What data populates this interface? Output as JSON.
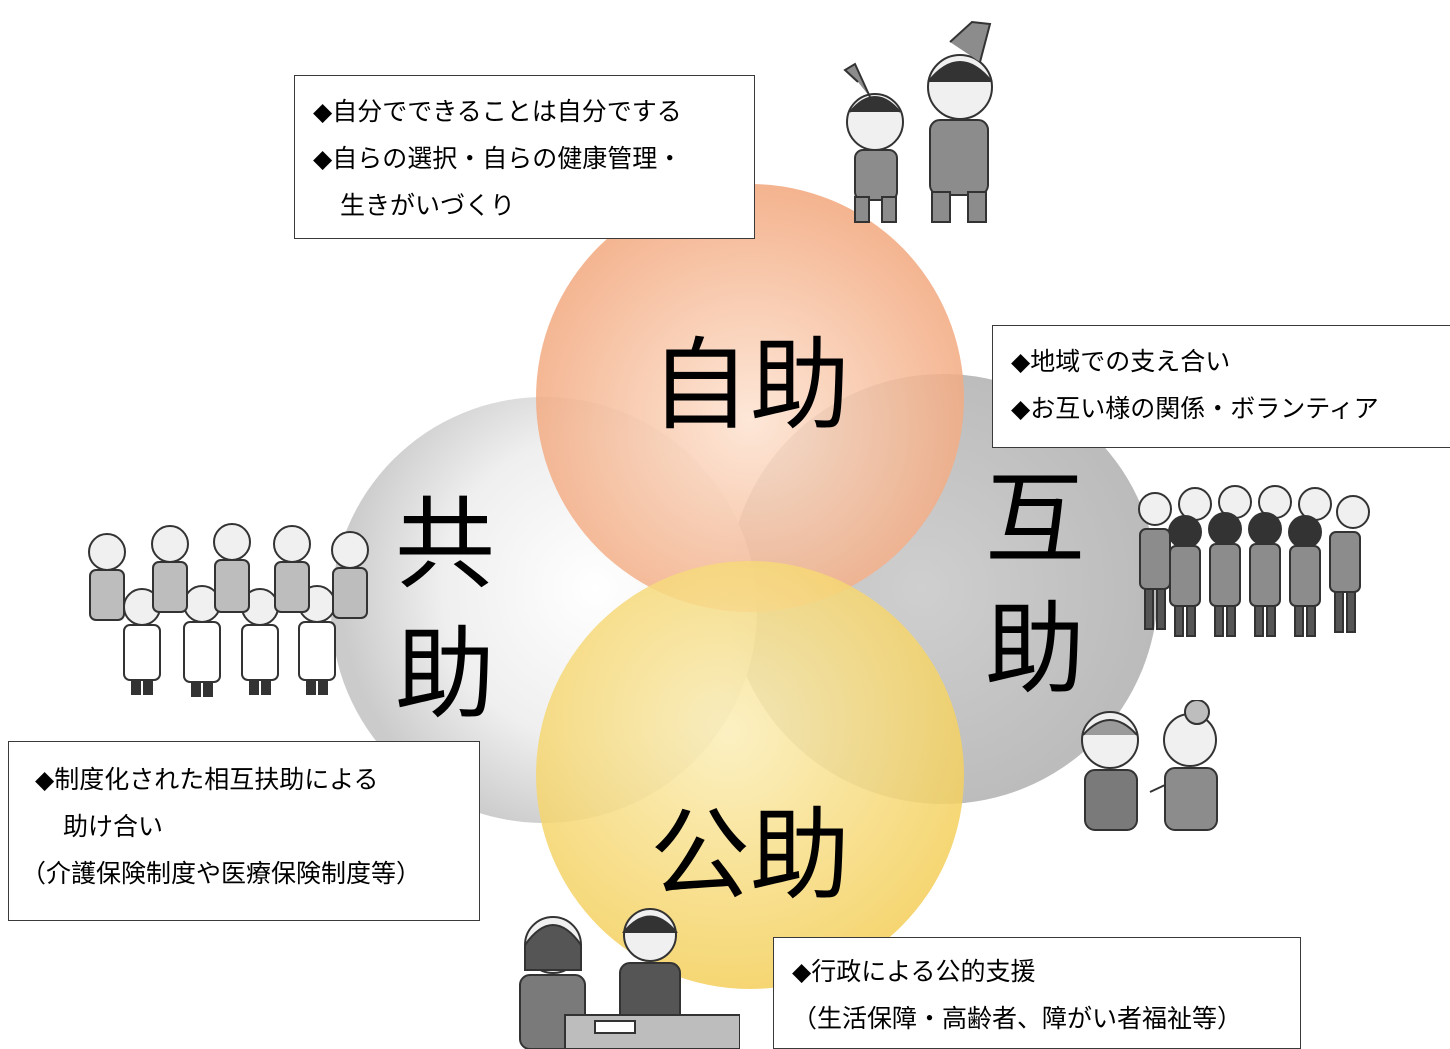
{
  "circles": {
    "jijo": {
      "label": "自助",
      "color": "#f2a67b"
    },
    "gojo": {
      "label": "互助",
      "color": "#bdbdbd"
    },
    "kojo": {
      "label": "公助",
      "color": "#f4cf5a"
    },
    "kyojo": {
      "label": "共助",
      "color": "#d9d9d9"
    }
  },
  "boxes": {
    "jijo": {
      "line1": "◆自分でできることは自分でする",
      "line2": "◆自らの選択・自らの健康管理・",
      "line3": "生きがいづくり"
    },
    "gojo": {
      "line1": "◆地域での支え合い",
      "line2": "◆お互い様の関係・ボランティア"
    },
    "kyojo": {
      "line1": "◆制度化された相互扶助による",
      "line2": "助け合い",
      "line3": "（介護保険制度や医療保険制度等）"
    },
    "kojo": {
      "line1": "◆行政による公的支援",
      "line2": "（生活保障・高齢者、障がい者福祉等）"
    }
  },
  "illustrations": {
    "jijo": "stretching-mother-child-illustration",
    "gojo_group": "community-huddle-illustration",
    "gojo_elders": "elderly-conversation-illustration",
    "kyojo": "care-professionals-group-illustration",
    "kojo": "counter-consultation-illustration"
  }
}
